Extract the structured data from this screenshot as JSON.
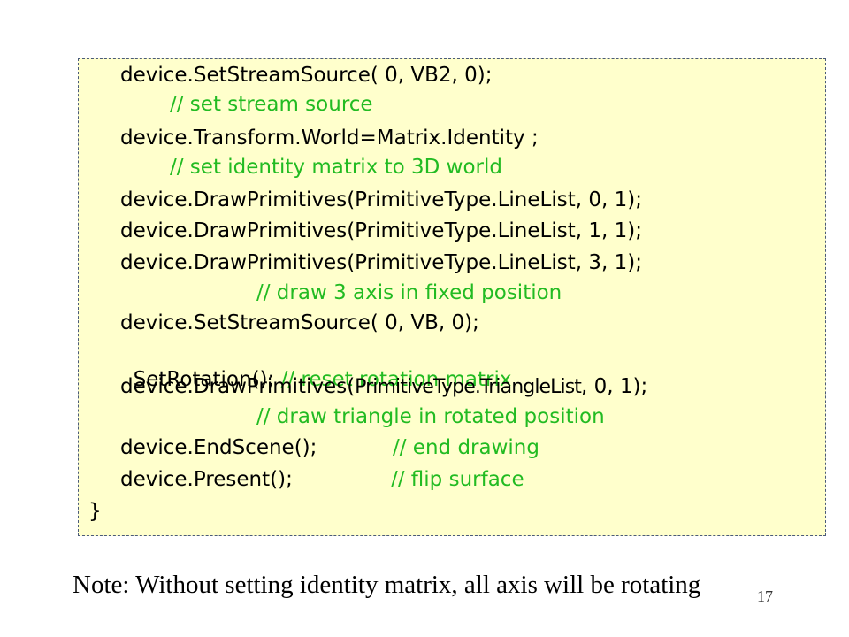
{
  "code": {
    "lines": [
      {
        "text": "device.SetStreamSource( 0, VB2, 0);",
        "kind": "code"
      },
      {
        "text": "// set stream source",
        "kind": "comment"
      },
      {
        "text": "device.Transform.World=Matrix.Identity ;",
        "kind": "code"
      },
      {
        "text": "// set identity matrix to 3D world",
        "kind": "comment"
      },
      {
        "text": "device.DrawPrimitives(PrimitiveType.LineList, 0, 1);",
        "kind": "code"
      },
      {
        "text": "device.DrawPrimitives(PrimitiveType.LineList, 1, 1);",
        "kind": "code"
      },
      {
        "text": "device.DrawPrimitives(PrimitiveType.LineList, 3, 1);",
        "kind": "code"
      },
      {
        "text": "// draw 3 axis in fixed position",
        "kind": "comment"
      },
      {
        "text": "device.SetStreamSource( 0, VB, 0);",
        "kind": "code"
      },
      {
        "code": "SetRotation();",
        "comment": "// reset rotation matrix",
        "kind": "mixed"
      },
      {
        "prefix": "device.DrawPrimitives(",
        "condensed": "PrimitiveType.TriangleList",
        "suffix": ", 0, 1);",
        "kind": "code-condensed"
      },
      {
        "text": "// draw triangle in rotated position",
        "kind": "comment"
      },
      {
        "code": "device.EndScene();",
        "comment": "// end drawing",
        "kind": "mixed"
      },
      {
        "code": "device.Present();",
        "comment": "// flip surface",
        "kind": "mixed"
      },
      {
        "text": "}",
        "kind": "code"
      }
    ]
  },
  "note": "Note: Without setting identity matrix, all axis will be rotating",
  "page_number": "17",
  "colors": {
    "code_background": "#ffffcc",
    "comment": "#22bb22",
    "code_text": "#000000",
    "border": "#4a5a7a"
  }
}
